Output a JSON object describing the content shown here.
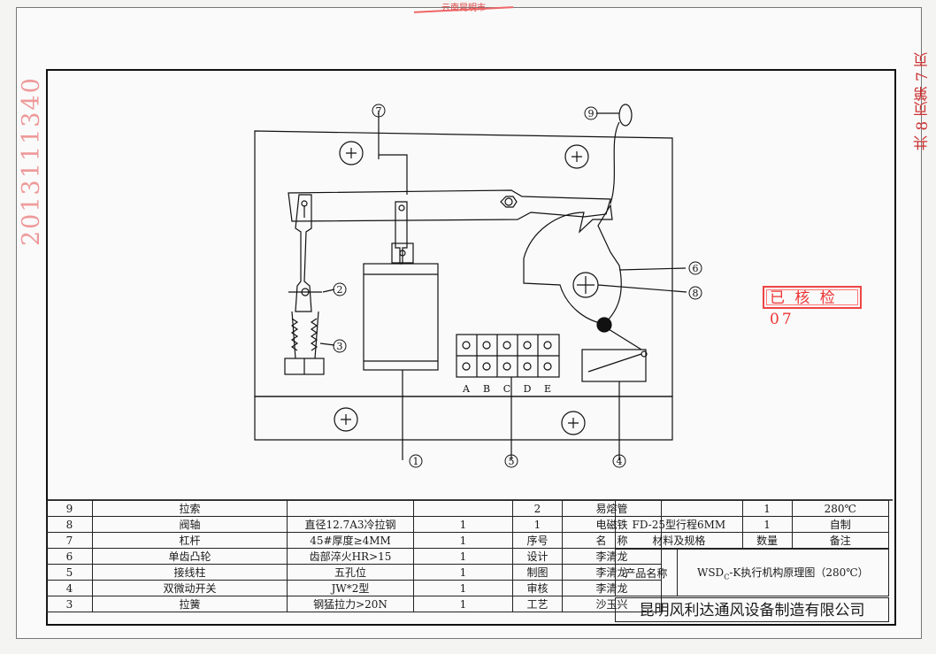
{
  "stamps": {
    "top_stamp": "云南昆明市",
    "serial_number": "2013111340",
    "page_info": "共 8 页第 7 页",
    "check_stamp": "已 核 检 07"
  },
  "callouts": [
    "1",
    "2",
    "3",
    "4",
    "5",
    "6",
    "7",
    "8",
    "9"
  ],
  "terminal_labels": [
    "A",
    "B",
    "C",
    "D",
    "E"
  ],
  "bom": [
    {
      "no": "9",
      "name": "拉索",
      "spec": "",
      "qty": ""
    },
    {
      "no": "8",
      "name": "阀轴",
      "spec": "直径12.7A3冷拉钢",
      "qty": "1"
    },
    {
      "no": "7",
      "name": "杠杆",
      "spec": "45#厚度≥4MM",
      "qty": "1"
    },
    {
      "no": "6",
      "name": "单齿凸轮",
      "spec": "齿部淬火HR>15",
      "qty": "1"
    },
    {
      "no": "5",
      "name": "接线柱",
      "spec": "五孔位",
      "qty": "1"
    },
    {
      "no": "4",
      "name": "双微动开关",
      "spec": "JW*2型",
      "qty": "1"
    },
    {
      "no": "3",
      "name": "拉簧",
      "spec": "钢猛拉力>20N",
      "qty": "1"
    }
  ],
  "mid_rows": [
    {
      "a": "2",
      "b": "易熔管"
    },
    {
      "a": "1",
      "b": "电磁铁"
    },
    {
      "a": "序号",
      "b": "名　称"
    },
    {
      "a": "设计",
      "b": "李清龙"
    },
    {
      "a": "制图",
      "b": "李清龙"
    },
    {
      "a": "审核",
      "b": "李清龙"
    },
    {
      "a": "工艺",
      "b": "沙玉兴"
    }
  ],
  "right_rows": [
    {
      "spec": "",
      "qty": "1",
      "note": "280℃"
    },
    {
      "spec": "FD-25型行程6MM",
      "qty": "1",
      "note": "自制"
    },
    {
      "spec": "材料及规格",
      "qty": "数量",
      "note": "备注"
    }
  ],
  "product": {
    "label": "产品名称",
    "name": "WSD",
    "subscript": "C",
    "name_rest": "-K执行机构原理图（280℃）"
  },
  "company": "昆明风利达通风设备制造有限公司",
  "colors": {
    "ink": "#111111",
    "stamp_red": "#e33333"
  }
}
